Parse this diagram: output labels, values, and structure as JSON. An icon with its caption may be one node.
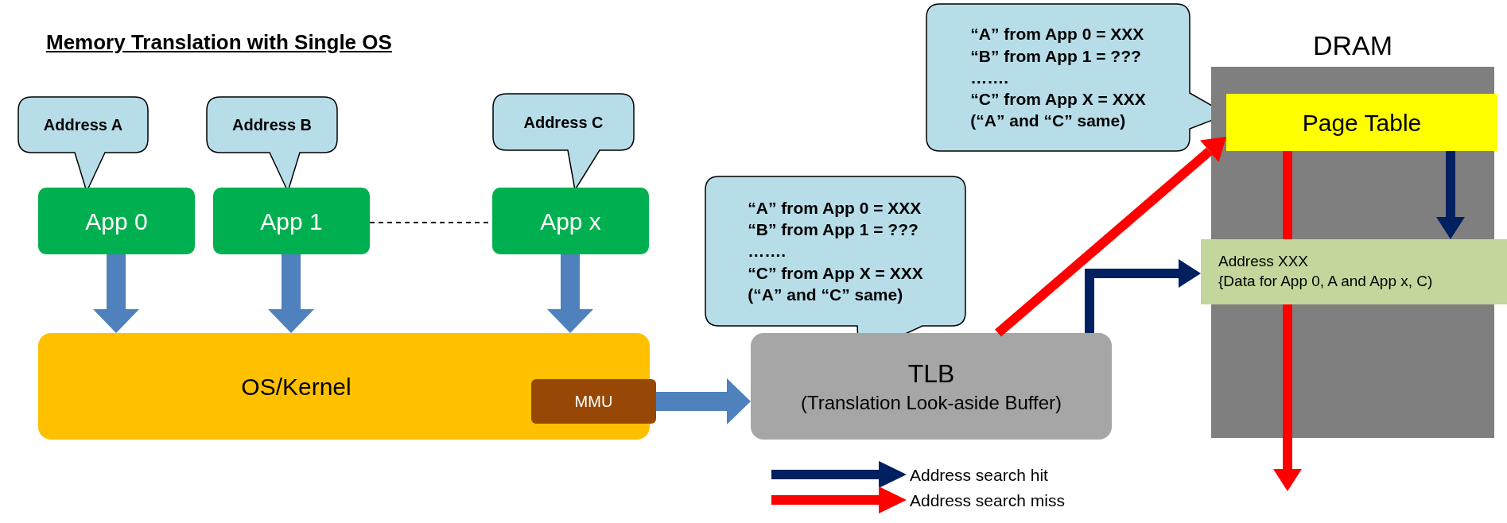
{
  "diagram": {
    "title": "Memory Translation with Single OS",
    "nodes": [
      {
        "text": [
          "Address A"
        ]
      },
      {
        "text": [
          "Address B"
        ]
      },
      {
        "text": [
          "Address C"
        ]
      },
      {
        "text": [
          "App 0"
        ]
      },
      {
        "text": [
          "App 1"
        ]
      },
      {
        "text": [
          "App x"
        ]
      },
      {
        "text": [
          "OS/Kernel"
        ]
      },
      {
        "text": [
          "MMU"
        ],
        "in": 6
      },
      {
        "text": [
          "“A” from App 0 = XXX",
          "“B” from App 1 = ???",
          "…….",
          "“C” from App X = XXX",
          "(“A” and “C” same)"
        ]
      },
      {
        "text": [
          "TLB",
          "(Translation Look-aside Buffer)"
        ]
      },
      {
        "text": [
          "“A” from App 0 = XXX",
          "“B” from App 1 = ???",
          "…….",
          "“C” from App X = XXX",
          "(“A” and “C” same)"
        ]
      },
      {
        "text": [
          "DRAM"
        ]
      },
      {
        "text": [
          "Page Table"
        ],
        "in": 11
      },
      {
        "text": [
          "Address XXX",
          "{Data for App 0, A and App x, C)"
        ]
      }
    ],
    "edges": [
      {
        "from": 3,
        "to": 6,
        "arrow": "to",
        "style": "thick",
        "color": "#4f81bd"
      },
      {
        "from": 4,
        "to": 6,
        "arrow": "to",
        "style": "thick",
        "color": "#4f81bd"
      },
      {
        "from": 5,
        "to": 6,
        "arrow": "to",
        "style": "thick",
        "color": "#4f81bd"
      },
      {
        "from": 4,
        "to": 5,
        "arrow": "none",
        "style": "dashed",
        "color": "#000000"
      },
      {
        "from": 7,
        "to": 9,
        "arrow": "to",
        "style": "thick",
        "color": "#4f81bd"
      },
      {
        "from": 9,
        "to": 12,
        "arrow": "to",
        "color": "#ff0000"
      },
      {
        "from": 9,
        "to": 13,
        "arrow": "to",
        "color": "#002060"
      },
      {
        "from": 12,
        "to": 13,
        "arrow": "to",
        "color": "#002060"
      },
      {
        "from": 12,
        "to": null,
        "arrow": "to",
        "color": "#ff0000"
      }
    ],
    "legend": [
      {
        "text": "Address search hit",
        "color": "#002060"
      },
      {
        "text": "Address search miss",
        "color": "#ff0000"
      }
    ]
  }
}
